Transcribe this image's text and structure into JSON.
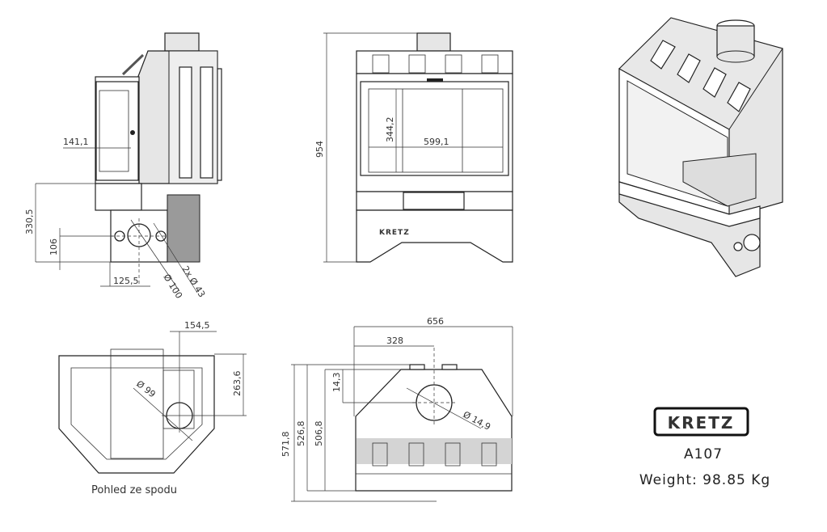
{
  "side_view": {
    "dims": {
      "width_door": "141,1",
      "height_bottom": "330,5",
      "height_outlet": "106",
      "offset": "125,5",
      "dia_outlet": "Ø 100",
      "dia_holes": "2x Ø 43"
    }
  },
  "front_view": {
    "dims": {
      "height": "954",
      "glass_height": "344,2",
      "glass_width": "599,1"
    },
    "badge": "KRETZ"
  },
  "bottom_view": {
    "dims": {
      "offset_x": "154,5",
      "offset_y": "263,6",
      "dia": "Ø 99"
    },
    "caption": "Pohled ze spodu"
  },
  "top_view": {
    "dims": {
      "width": "656",
      "half_width": "328",
      "depth_total": "571,8",
      "depth_1": "526,8",
      "depth_2": "506,8",
      "flue_offset": "14,3",
      "flue_dia": "Ø 14,9"
    }
  },
  "info": {
    "logo": "KRETZ",
    "model": "A107",
    "weight": "Weight: 98.85 Kg"
  },
  "colors": {
    "line": "#222222",
    "panel": "#e6e6e6",
    "shadow": "#9a9a9a"
  }
}
